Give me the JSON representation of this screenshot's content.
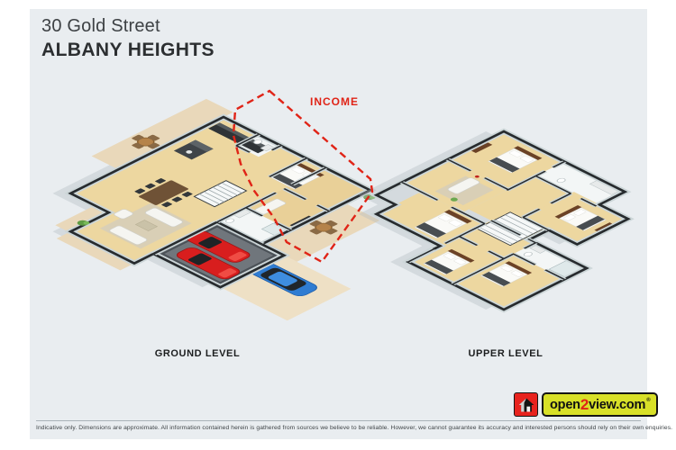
{
  "title": {
    "address": "30 Gold Street",
    "suburb": "ALBANY HEIGHTS"
  },
  "plans": {
    "ground": {
      "label": "GROUND LEVEL",
      "annotation": "INCOME",
      "annotation_style": "red dashed boundary around income unit"
    },
    "upper": {
      "label": "UPPER LEVEL"
    }
  },
  "logo": {
    "icon": "house-icon",
    "brand_prefix": "open",
    "brand_digit": "2",
    "brand_suffix": "view.com",
    "registered_mark": "®"
  },
  "footer": {
    "disclaimer": "Indicative only. Dimensions are approximate. All information contained herein is gathered from sources we believe to be reliable. However, we cannot guarantee its accuracy and interested persons should rely on their own enquiries."
  },
  "palette": {
    "page": "#ffffff",
    "canvas": "#e9edf0",
    "accent_red": "#e02417",
    "logo_yellow": "#d8e028",
    "logo_red": "#e8231e",
    "wood_floor": "#edd7a0",
    "deck_tan": "#e9d8ba",
    "wall_dark": "#272b2e",
    "wall_light": "#ccd6d8",
    "garage_floor": "#70767c",
    "car_red": "#d81e1e",
    "car_blue": "#2f7cd2"
  }
}
